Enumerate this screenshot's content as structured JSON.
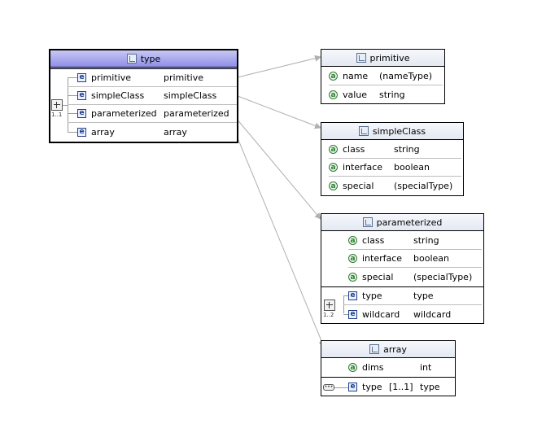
{
  "type_box": {
    "title": "type",
    "cardinality": "1..1",
    "rows": [
      {
        "badge": "e",
        "name": "primitive",
        "type": "primitive"
      },
      {
        "badge": "e",
        "name": "simpleClass",
        "type": "simpleClass"
      },
      {
        "badge": "e",
        "name": "parameterized",
        "type": "parameterized"
      },
      {
        "badge": "e",
        "name": "array",
        "type": "array"
      }
    ]
  },
  "primitive_box": {
    "title": "primitive",
    "rows": [
      {
        "badge": "a",
        "name": "name",
        "type": "(nameType)"
      },
      {
        "badge": "a",
        "name": "value",
        "type": "string"
      }
    ]
  },
  "simpleclass_box": {
    "title": "simpleClass",
    "rows": [
      {
        "badge": "a",
        "name": "class",
        "type": "string"
      },
      {
        "badge": "a",
        "name": "interface",
        "type": "boolean"
      },
      {
        "badge": "a",
        "name": "special",
        "type": "(specialType)"
      }
    ]
  },
  "parameterized_box": {
    "title": "parameterized",
    "cardinality": "1..2",
    "attrs": [
      {
        "badge": "a",
        "name": "class",
        "type": "string"
      },
      {
        "badge": "a",
        "name": "interface",
        "type": "boolean"
      },
      {
        "badge": "a",
        "name": "special",
        "type": "(specialType)"
      }
    ],
    "elements": [
      {
        "badge": "e",
        "name": "type",
        "type": "type"
      },
      {
        "badge": "e",
        "name": "wildcard",
        "type": "wildcard"
      }
    ]
  },
  "array_box": {
    "title": "array",
    "attrs": [
      {
        "badge": "a",
        "name": "dims",
        "type": "int"
      }
    ],
    "elements": [
      {
        "badge": "e",
        "name": "type",
        "multiplicity": "[1..1]",
        "type": "type"
      }
    ]
  },
  "colors": {
    "header_main": "#8f8fe8",
    "connector": "#b0b0b0",
    "attr_badge": "#2e7d32",
    "element_badge": "#1f3f8a"
  },
  "icons": {
    "header": "element-decl-icon",
    "sequence": "sequence-icon",
    "attribute": "attribute-icon",
    "element": "element-icon"
  }
}
